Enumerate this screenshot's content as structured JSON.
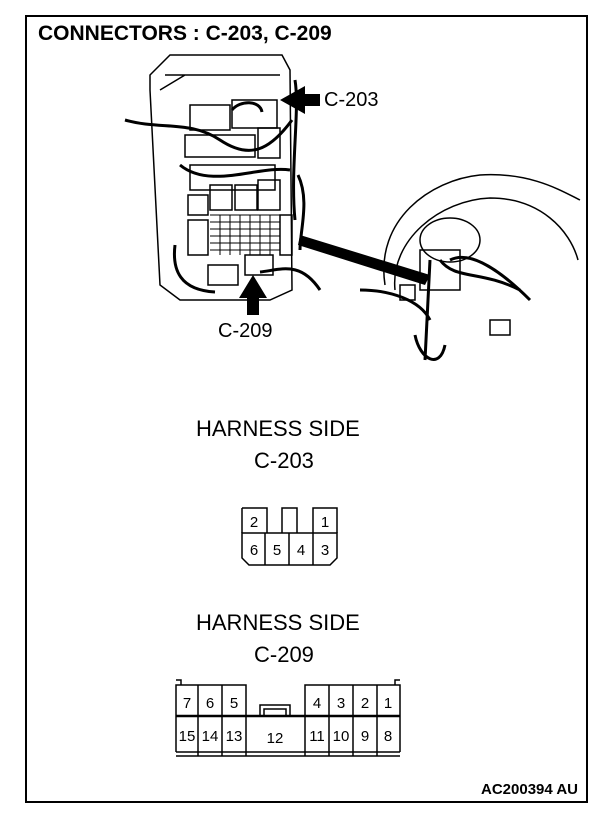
{
  "title": "CONNECTORS : C-203, C-209",
  "callouts": {
    "c203": "C-203",
    "c209": "C-209"
  },
  "connector_c203": {
    "side_label": "HARNESS SIDE",
    "name": "C-203",
    "top_pins": [
      "2",
      "1"
    ],
    "bottom_pins": [
      "6",
      "5",
      "4",
      "3"
    ]
  },
  "connector_c209": {
    "side_label": "HARNESS SIDE",
    "name": "C-209",
    "top_left_pins": [
      "7",
      "6",
      "5"
    ],
    "top_right_pins": [
      "4",
      "3",
      "2",
      "1"
    ],
    "bottom_pins": [
      "15",
      "14",
      "13",
      "12",
      "11",
      "10",
      "9",
      "8"
    ]
  },
  "figure_code": "AC200394 AU"
}
